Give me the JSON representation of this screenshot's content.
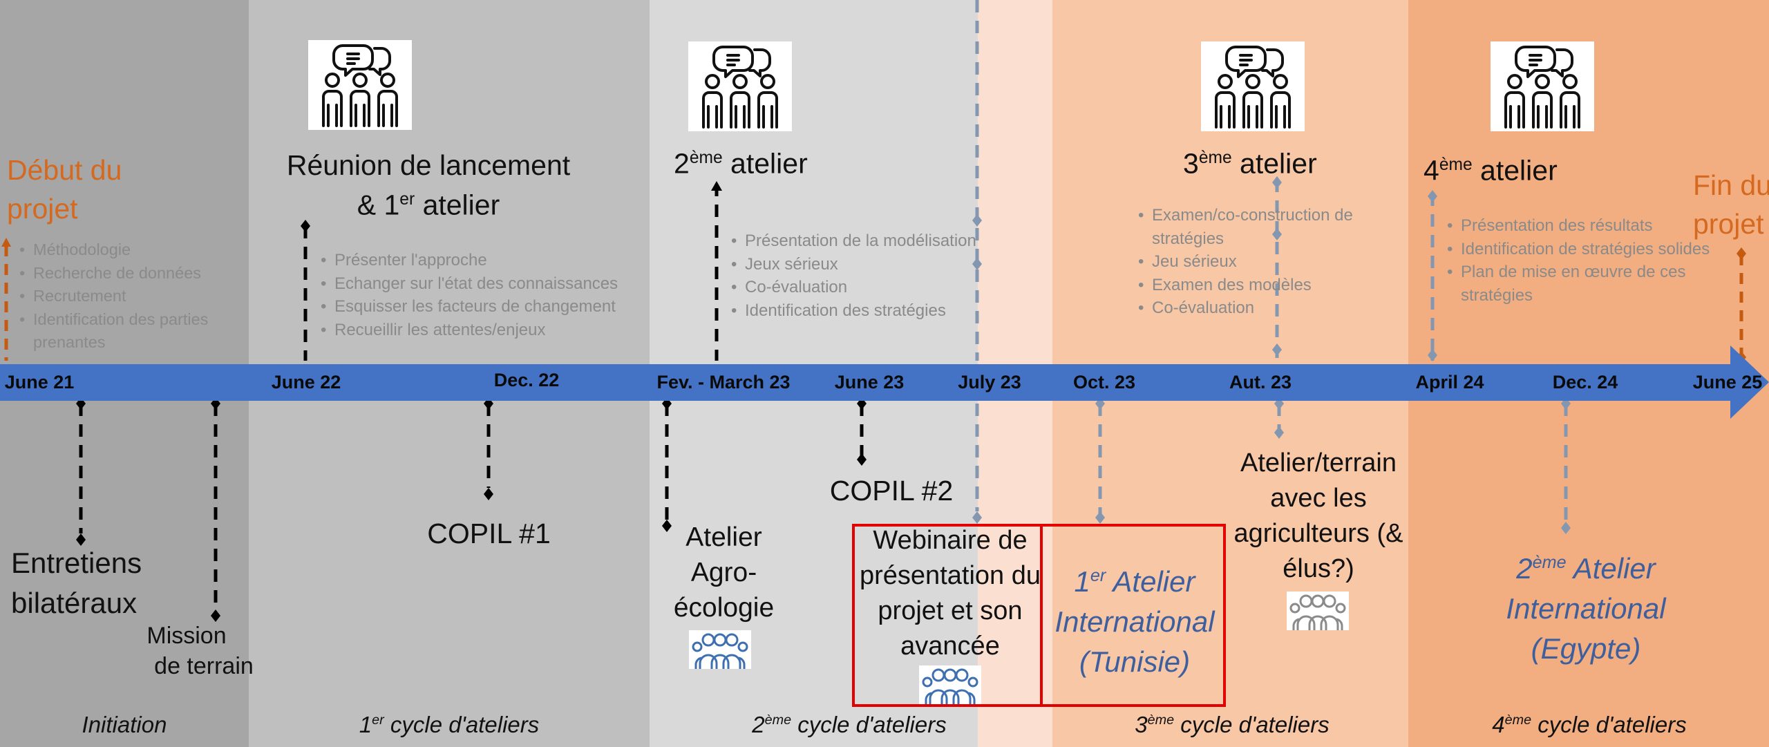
{
  "colors": {
    "band_initiation": "#a6a6a6",
    "band_cycle1": "#bfbfbf",
    "band_cycle2": "#d9d9d9",
    "band_transition": "#fbe0d1",
    "band_cycle3": "#f7c7a6",
    "band_cycle4": "#f2ae80",
    "arrow": "#4472c4",
    "connector_black": "#000000",
    "connector_blue": "#8497b0",
    "connector_orange": "#c55a11",
    "red_box": "#e30000",
    "international_text": "#3e5f9e"
  },
  "start": {
    "label": "Début du projet",
    "bullets": [
      "Méthodologie",
      "Recherche de données",
      "Recrutement",
      "Identification des parties prenantes"
    ]
  },
  "end": {
    "label": "Fin du projet"
  },
  "workshops": {
    "w1": {
      "line1": "Réunion de lancement",
      "line2_pre": "& 1",
      "line2_sup": "er",
      "line2_post": " atelier",
      "bullets": [
        "Présenter l'approche",
        "Echanger sur l'état des connaissances",
        "Esquisser les facteurs de changement",
        "Recueillir les attentes/enjeux"
      ]
    },
    "w2": {
      "pre": "2",
      "sup": "ème",
      "post": " atelier",
      "bullets": [
        "Présentation de la modélisation",
        "Jeux sérieux",
        "Co-évaluation",
        "Identification des stratégies"
      ]
    },
    "w3": {
      "pre": "3",
      "sup": "ème",
      "post": " atelier",
      "bullets": [
        "Examen/co-construction de stratégies",
        "Jeu sérieux",
        "Examen des modèles",
        "Co-évaluation"
      ]
    },
    "w4": {
      "pre": "4",
      "sup": "ème",
      "post": " atelier",
      "bullets": [
        "Présentation des résultats",
        "Identification de stratégies solides",
        "Plan de mise en œuvre de ces stratégies"
      ]
    }
  },
  "dates": [
    "June 21",
    "June 22",
    "Dec. 22",
    "Fev. - March 23",
    "June 23",
    "July 23",
    "Oct. 23",
    "Aut. 23",
    "April 24",
    "Dec. 24",
    "June 25"
  ],
  "events": {
    "entretiens": "Entretiens bilatéraux",
    "mission_l1": "Mission",
    "mission_l2": "de terrain",
    "copil1": "COPIL #1",
    "atelier_agro": "Atelier Agro-écologie",
    "copil2": "COPIL #2",
    "webinaire": "Webinaire de présentation du projet et son avancée",
    "intl1_pre": "1",
    "intl1_sup": "er",
    "intl1_post": " Atelier International (Tunisie)",
    "terrain": "Atelier/terrain avec les agriculteurs (& élus?)",
    "intl2_pre": "2",
    "intl2_sup": "ème",
    "intl2_post": " Atelier International (Egypte)"
  },
  "cycles": {
    "initiation": "Initiation",
    "c1_pre": "1",
    "c1_sup": "er",
    "c1_post": " cycle d'ateliers",
    "c2_pre": "2",
    "c2_sup": "ème",
    "c2_post": " cycle d'ateliers",
    "c3_pre": "3",
    "c3_sup": "ème",
    "c3_post": " cycle d'ateliers",
    "c4_pre": "4",
    "c4_sup": "ème",
    "c4_post": " cycle d'ateliers"
  },
  "icons": {
    "meeting": "group-discussion-icon",
    "people": "people-group-icon"
  }
}
